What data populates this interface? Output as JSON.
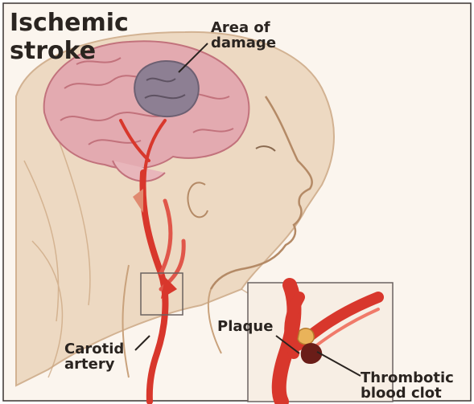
{
  "title": {
    "line1": "Ischemic",
    "line2": "stroke"
  },
  "labels": {
    "area_of_damage": {
      "line1": "Area of",
      "line2": "damage"
    },
    "plaque": "Plaque",
    "carotid_artery": {
      "line1": "Carotid",
      "line2": "artery"
    },
    "thrombotic_blood_clot": {
      "line1": "Thrombotic",
      "line2": "blood clot"
    }
  },
  "colors": {
    "background": "#fbf5ee",
    "skin_sketch": "#c9a27c",
    "brain": "#e3aab0",
    "damage": "#8d7f93",
    "artery": "#d8372c",
    "label_text": "#2a2420"
  }
}
